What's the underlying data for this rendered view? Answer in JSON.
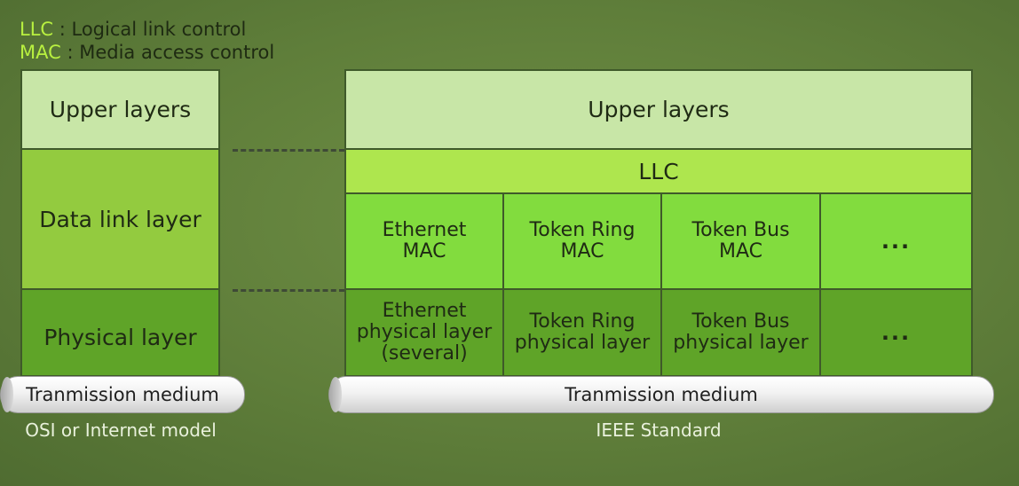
{
  "legend": {
    "llc_abbr": "LLC",
    "llc_desc": " : Logical link control",
    "mac_abbr": "MAC",
    "mac_desc": " : Media access control"
  },
  "osi": {
    "upper": "Upper layers",
    "data_link": "Data link layer",
    "physical": "Physical layer",
    "medium": "Tranmission medium",
    "caption": "OSI or Internet model"
  },
  "ieee": {
    "upper": "Upper layers",
    "llc": "LLC",
    "mac": [
      {
        "line1": "Ethernet",
        "line2": "MAC"
      },
      {
        "line1": "Token Ring",
        "line2": "MAC"
      },
      {
        "line1": "Token Bus",
        "line2": "MAC"
      },
      {
        "line1": "...",
        "line2": ""
      }
    ],
    "physical": [
      {
        "line1": "Ethernet",
        "line2": "physical layer",
        "line3": "(several)"
      },
      {
        "line1": "Token Ring",
        "line2": "physical layer",
        "line3": ""
      },
      {
        "line1": "Token Bus",
        "line2": "physical layer",
        "line3": ""
      },
      {
        "line1": "...",
        "line2": "",
        "line3": ""
      }
    ],
    "medium": "Tranmission medium",
    "caption": "IEEE Standard"
  },
  "colors": {
    "background": "#5f7e3a",
    "upper": "#c8e6a7",
    "data_link": "#93cb3f",
    "physical": "#5fa428",
    "llc": "#aee64e",
    "mac": "#82dc3e",
    "legend_abbr": "#b8f040"
  }
}
